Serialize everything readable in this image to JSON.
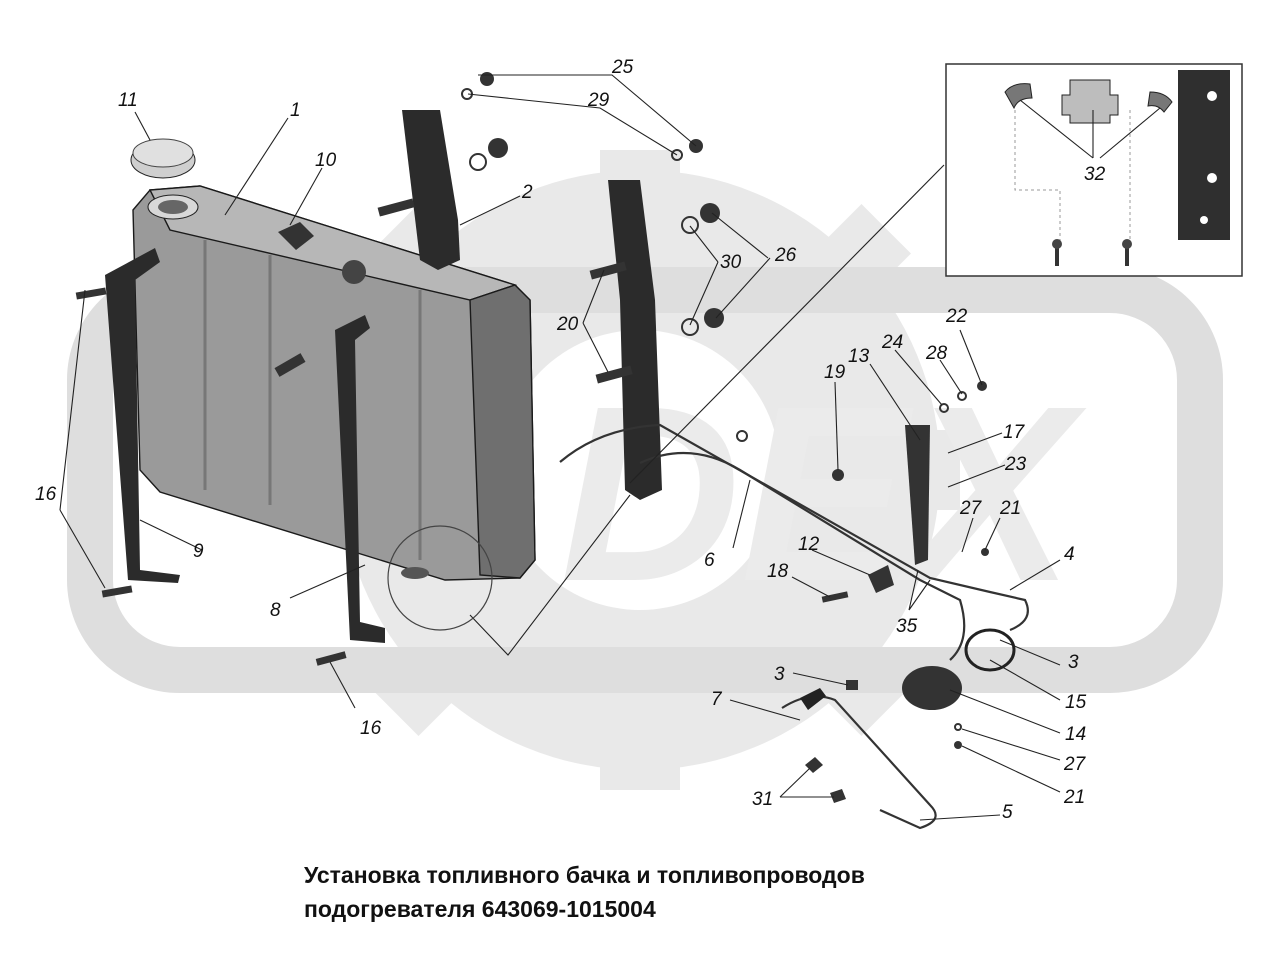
{
  "caption": {
    "line1": "Установка топливного бачка и топливопроводов",
    "line2": "подогревателя 643069-1015004"
  },
  "watermark_text": "DEX",
  "callouts": {
    "c1": "1",
    "c2": "2",
    "c3a": "3",
    "c3b": "3",
    "c4": "4",
    "c5": "5",
    "c6": "6",
    "c7": "7",
    "c8": "8",
    "c9": "9",
    "c10": "10",
    "c11": "11",
    "c12": "12",
    "c13": "13",
    "c14": "14",
    "c15": "15",
    "c16a": "16",
    "c16b": "16",
    "c17": "17",
    "c18": "18",
    "c19": "19",
    "c20": "20",
    "c21a": "21",
    "c21b": "21",
    "c22": "22",
    "c23": "23",
    "c24": "24",
    "c25": "25",
    "c26": "26",
    "c27a": "27",
    "c27b": "27",
    "c28": "28",
    "c29": "29",
    "c30": "30",
    "c31": "31",
    "c32": "32",
    "c35": "35"
  },
  "colors": {
    "watermark": "#e3e3e3",
    "tank_fill": "#9c9c9c",
    "tank_dark": "#5a5a5a",
    "bracket": "#2b2b2b",
    "line": "#222222"
  }
}
